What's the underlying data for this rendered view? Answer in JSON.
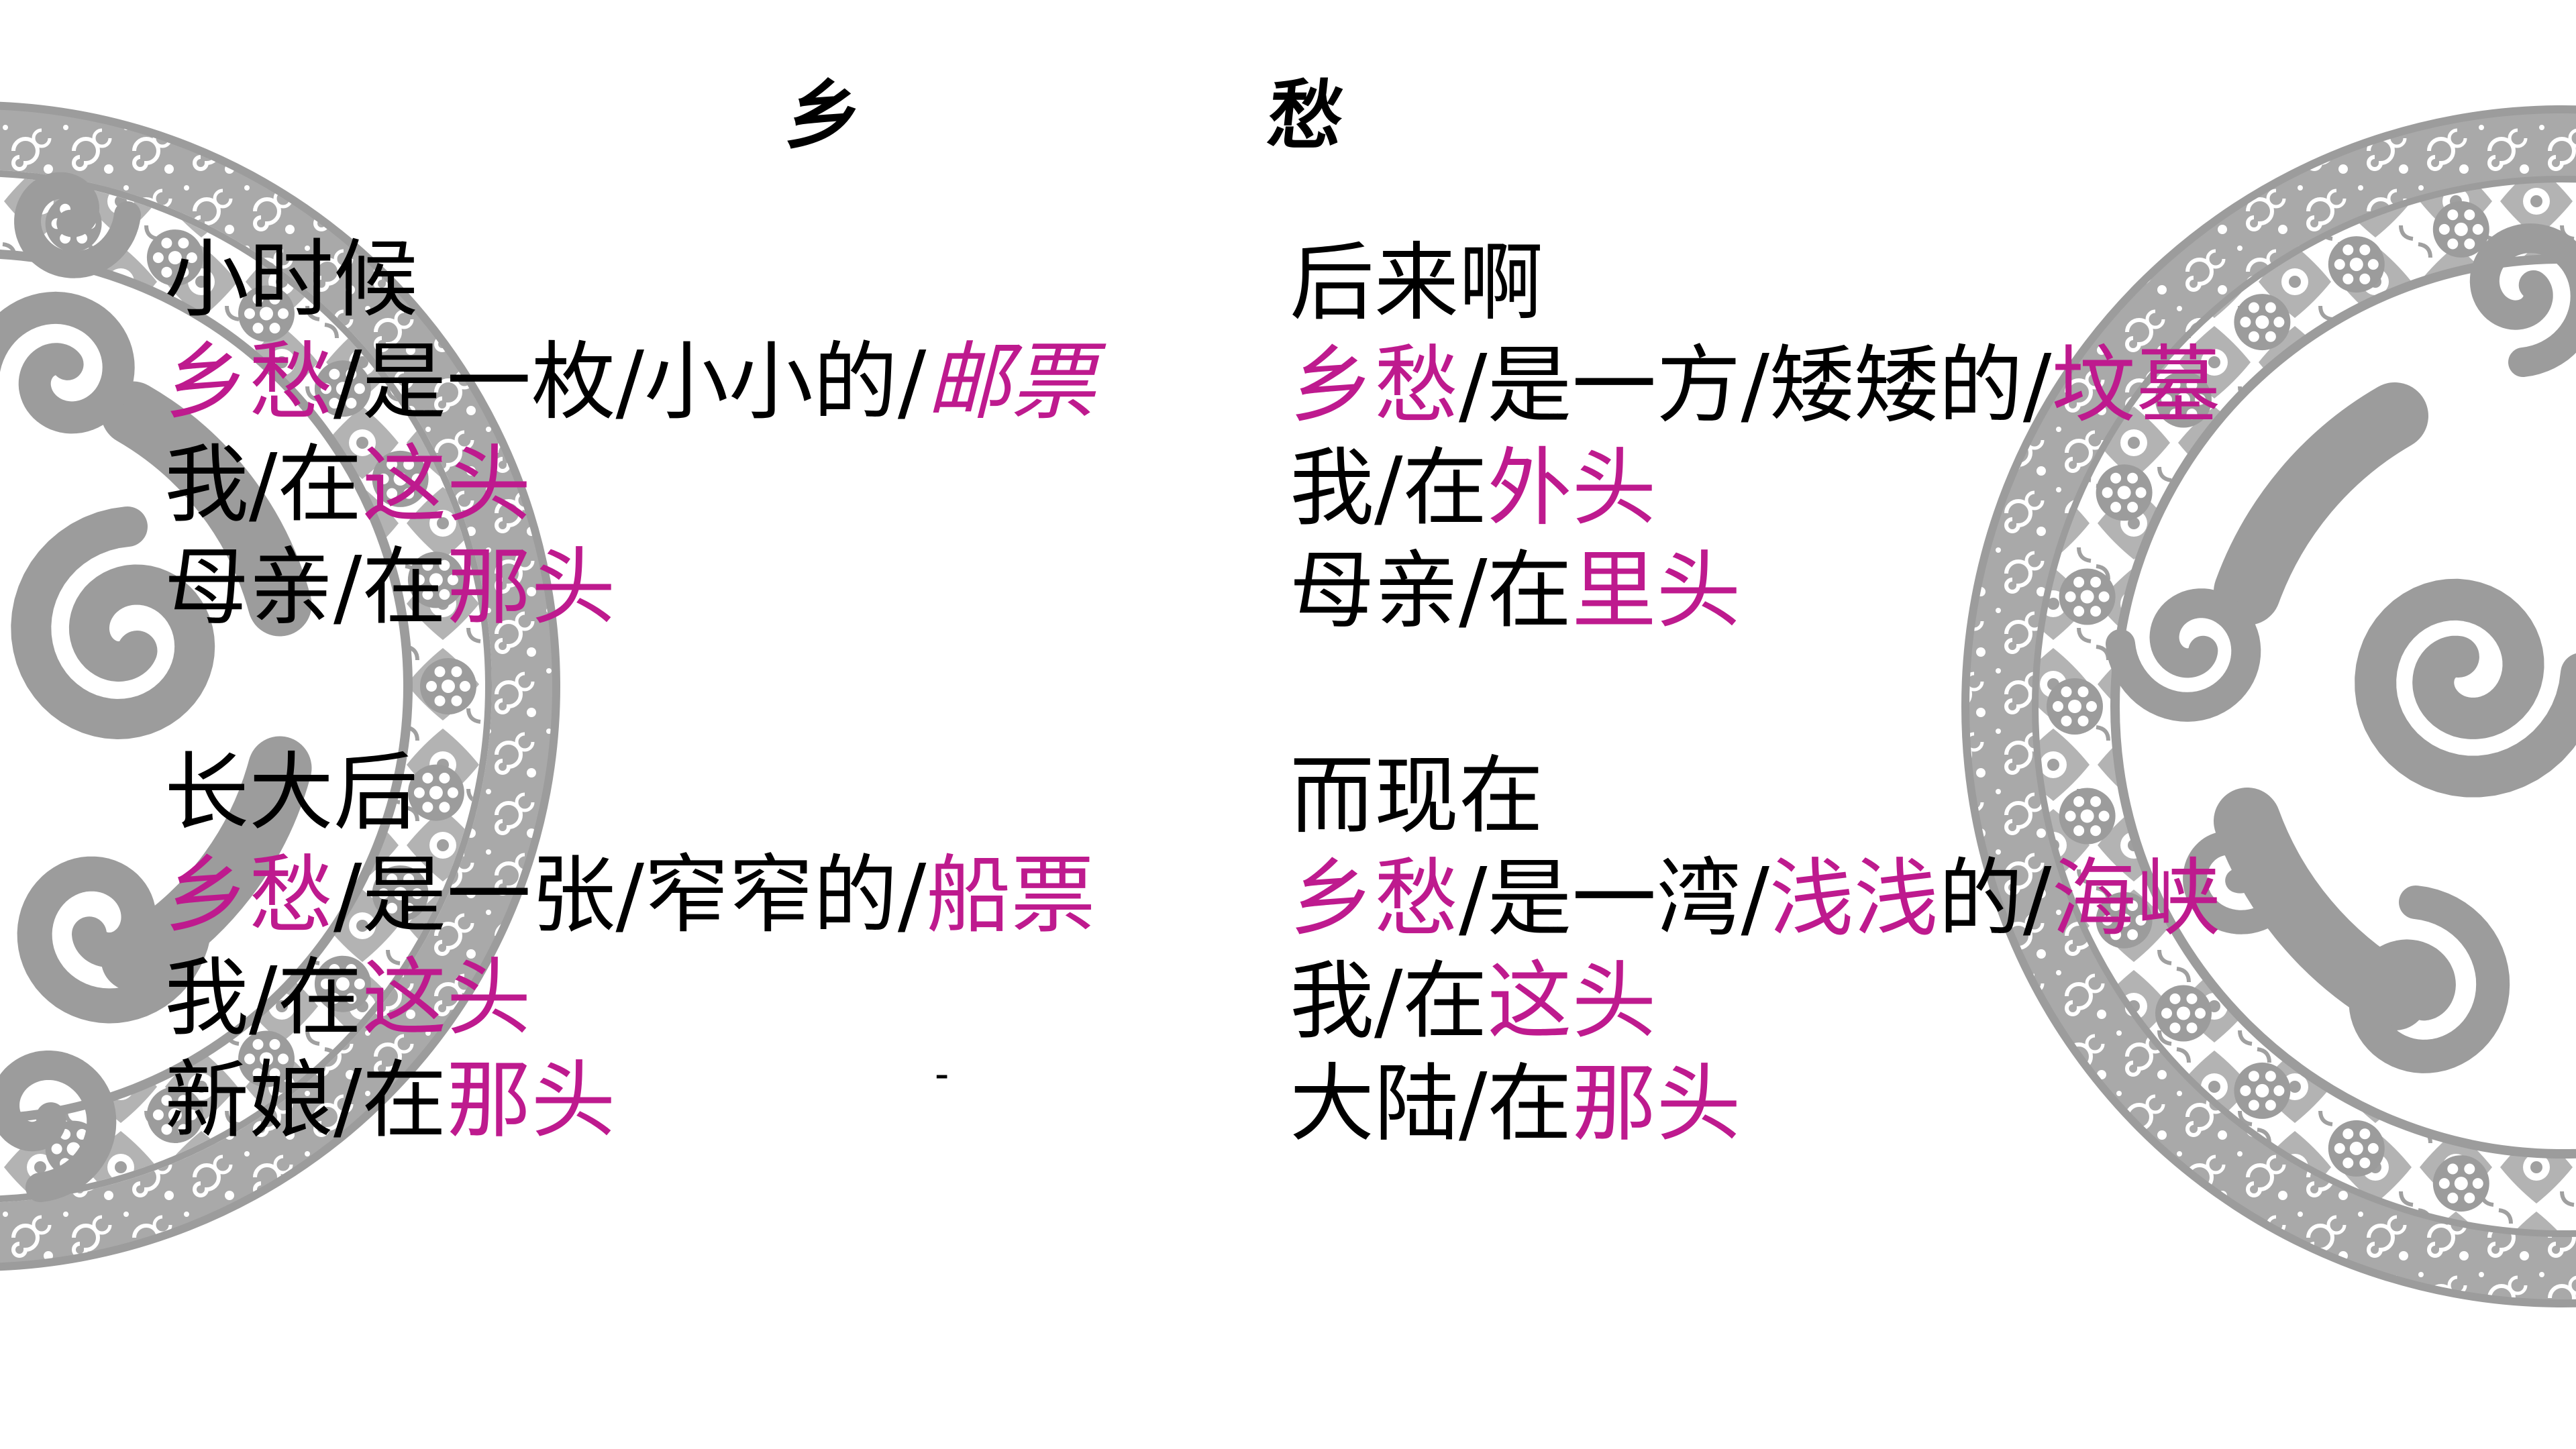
{
  "colors": {
    "text": "#000000",
    "highlight": "#BE1A8E",
    "ornament": "#9c9c9c",
    "background": "#ffffff"
  },
  "decor": {
    "left_icon": "cloud-medallion-ornament",
    "right_icon": "cloud-medallion-ornament"
  },
  "title": {
    "char_1": "乡",
    "char_2": "愁"
  },
  "stanzas": [
    {
      "lines": [
        [
          "小时候"
        ],
        [
          "乡愁",
          "/是一枚/小小的/",
          "邮票"
        ],
        [
          "我/在",
          "这头"
        ],
        [
          "母亲/在",
          "那头"
        ]
      ]
    },
    {
      "lines": [
        [
          "长大后"
        ],
        [
          "乡愁",
          "/是一张/窄窄的/",
          "船票"
        ],
        [
          "我/在",
          "这头"
        ],
        [
          "新娘/在",
          "那头"
        ]
      ]
    },
    {
      "lines": [
        [
          "后来啊"
        ],
        [
          "乡愁",
          "/是一方/矮矮的/",
          "坟墓"
        ],
        [
          "我/在",
          "外头"
        ],
        [
          "母亲/在",
          "里头"
        ]
      ]
    },
    {
      "lines": [
        [
          "而现在"
        ],
        [
          "乡愁",
          "/是一湾/",
          "浅浅",
          "的/",
          "海峡"
        ],
        [
          "我/在",
          "这头"
        ],
        [
          "大陆/在",
          "那头"
        ]
      ]
    }
  ],
  "stray_mark": "-"
}
